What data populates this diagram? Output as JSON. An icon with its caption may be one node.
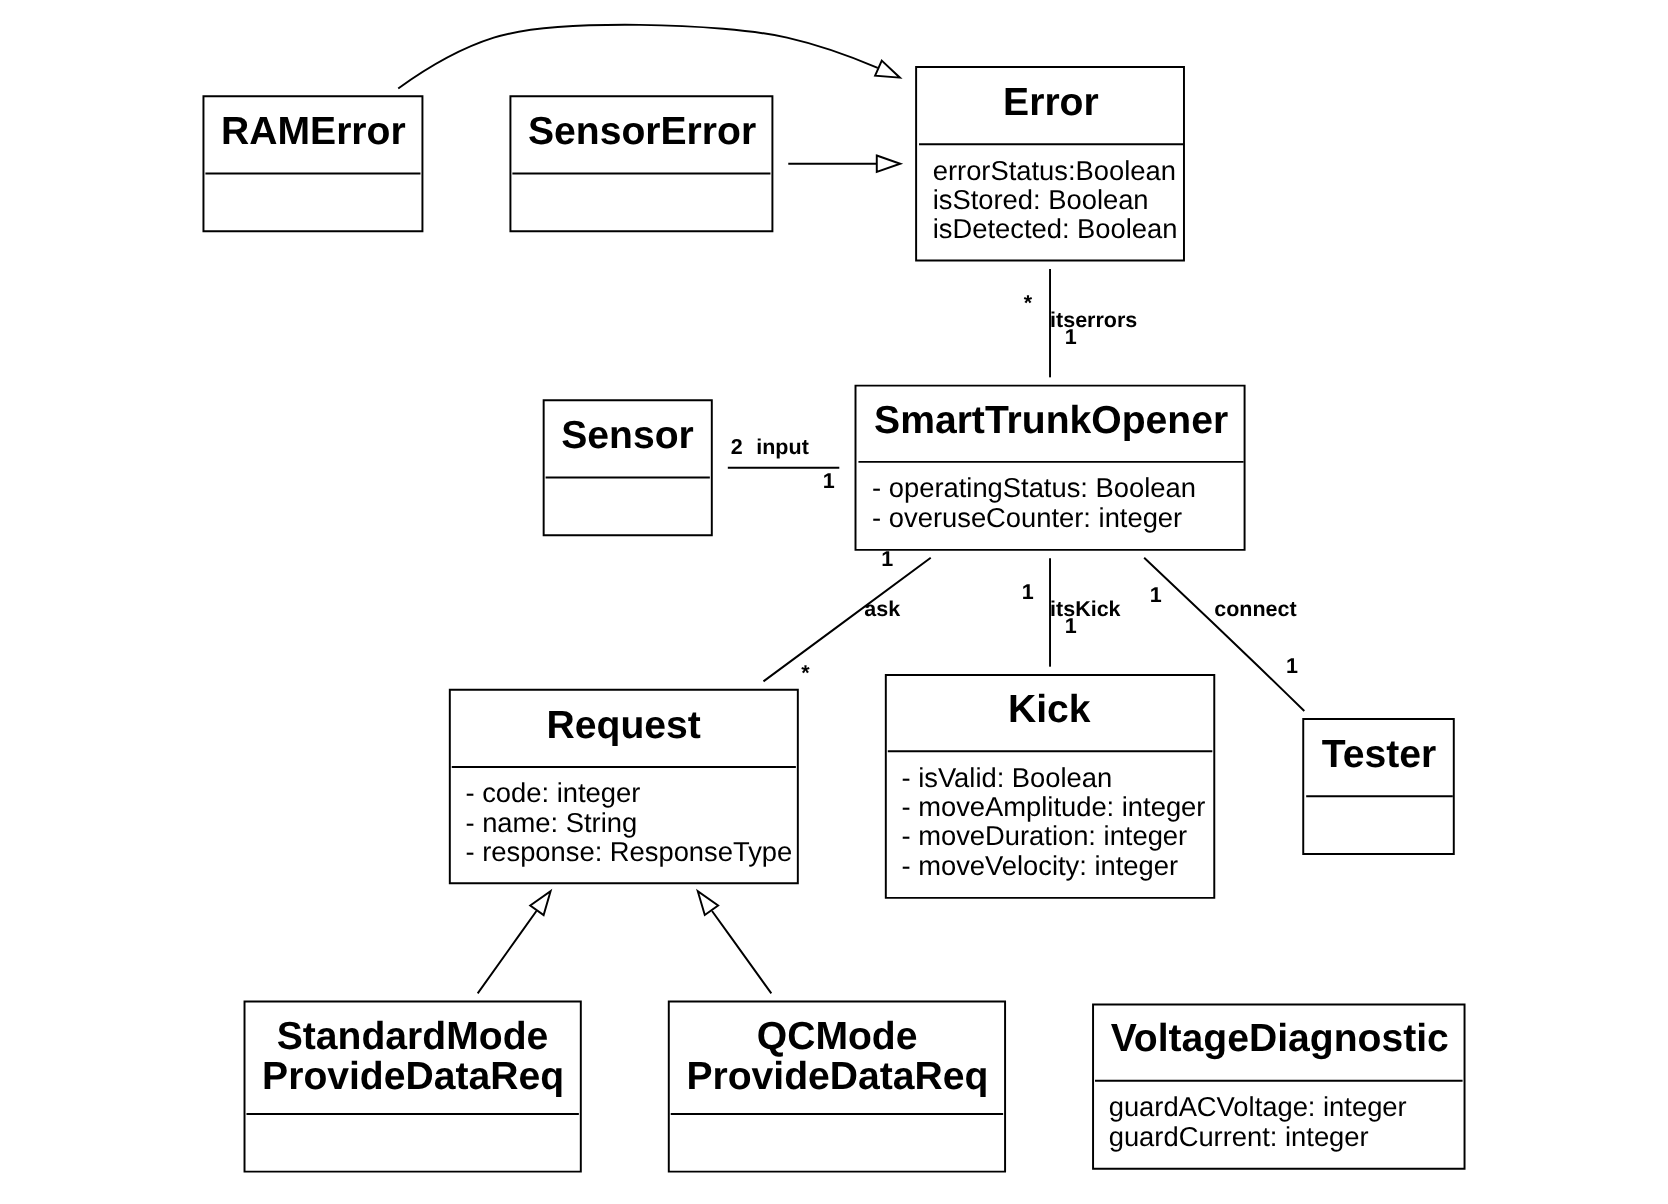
{
  "diagram": {
    "nodes": [
      {
        "text": [
          "RAMError"
        ]
      },
      {
        "text": [
          "SensorError"
        ]
      },
      {
        "text": [
          "Error",
          "errorStatus:Boolean",
          "isStored: Boolean",
          "isDetected: Boolean"
        ]
      },
      {
        "text": [
          "Sensor"
        ]
      },
      {
        "text": [
          "SmartTrunkOpener",
          "- operatingStatus: Boolean",
          "- overuseCounter: integer"
        ]
      },
      {
        "text": [
          "Tester"
        ]
      },
      {
        "text": [
          "Request",
          "- code: integer",
          "- name: String",
          "- response: ResponseType"
        ]
      },
      {
        "text": [
          "Kick",
          "- isValid: Boolean",
          "- moveAmplitude: integer",
          "- moveDuration: integer",
          "- moveVelocity: integer"
        ]
      },
      {
        "text": [
          "StandardMode ProvideDataReq"
        ]
      },
      {
        "text": [
          "QCMode ProvideDataReq"
        ]
      },
      {
        "text": [
          "VoltageDiagnostic",
          "guardACVoltage: integer",
          "guardCurrent: integer"
        ]
      }
    ],
    "edges": [
      {
        "from": 0,
        "to": 2,
        "arrow": "to"
      },
      {
        "from": 1,
        "to": 2,
        "arrow": "to"
      },
      {
        "from": 4,
        "to": 2,
        "arrow": "none",
        "label": "itserrors"
      },
      {
        "from": 3,
        "to": 4,
        "arrow": "none",
        "label": "input"
      },
      {
        "from": 5,
        "to": 4,
        "arrow": "none",
        "label": "connect"
      },
      {
        "from": 4,
        "to": 6,
        "arrow": "none",
        "label": "ask"
      },
      {
        "from": 4,
        "to": 7,
        "arrow": "none",
        "label": "itsKick"
      },
      {
        "from": 8,
        "to": 6,
        "arrow": "to"
      },
      {
        "from": 9,
        "to": 6,
        "arrow": "to"
      }
    ],
    "labels": [
      "*",
      "1",
      "2",
      "1",
      "1",
      "1",
      "1",
      "*",
      "1",
      "1"
    ]
  }
}
